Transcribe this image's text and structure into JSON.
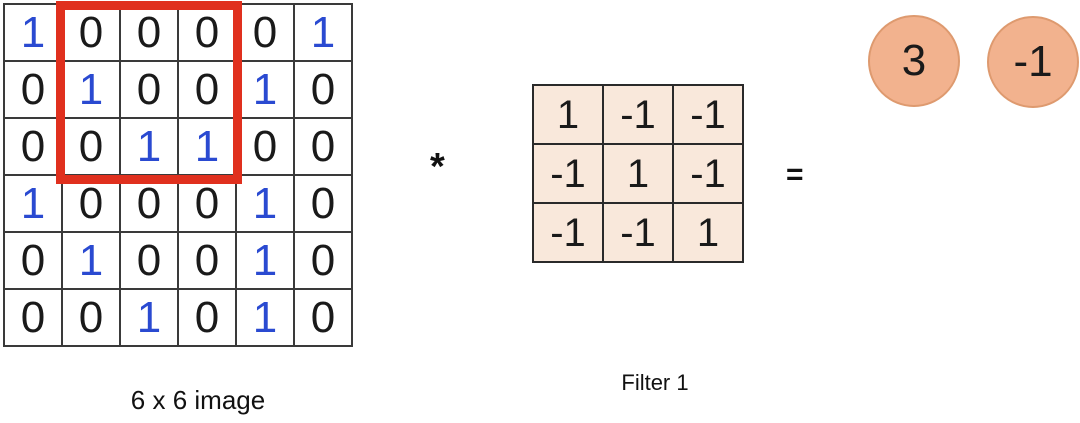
{
  "image": {
    "label": "6 x 6 image",
    "values": [
      [
        1,
        0,
        0,
        0,
        0,
        1
      ],
      [
        0,
        1,
        0,
        0,
        1,
        0
      ],
      [
        0,
        0,
        1,
        1,
        0,
        0
      ],
      [
        1,
        0,
        0,
        0,
        1,
        0
      ],
      [
        0,
        1,
        0,
        0,
        1,
        0
      ],
      [
        0,
        0,
        1,
        0,
        1,
        0
      ]
    ],
    "styles": [
      [
        "b",
        "",
        "",
        "",
        "",
        "b"
      ],
      [
        "",
        "b",
        "",
        "",
        "b",
        ""
      ],
      [
        "",
        "",
        "b",
        "b",
        "",
        ""
      ],
      [
        "b",
        "",
        "",
        "",
        "b",
        ""
      ],
      [
        "",
        "b",
        "",
        "",
        "b",
        ""
      ],
      [
        "",
        "",
        "b",
        "",
        "b",
        ""
      ]
    ],
    "highlight_window": {
      "rows": "1-3",
      "cols": "2-4"
    }
  },
  "operators": {
    "convolve": "*",
    "equals": "="
  },
  "filter": {
    "label": "Filter 1",
    "values": [
      [
        1,
        -1,
        -1
      ],
      [
        -1,
        1,
        -1
      ],
      [
        -1,
        -1,
        1
      ]
    ]
  },
  "outputs": {
    "values": [
      "3",
      "-1"
    ]
  },
  "colors": {
    "blue_digit": "#2a4ad1",
    "dark_digit": "#1a1a1a",
    "grid_line": "#3a3a3a",
    "highlight_red": "#e0301e",
    "filter_bg": "#f9e8db",
    "filter_line": "#2a2a2a",
    "circle_fill": "#f2b28e",
    "circle_border": "#de9a6f"
  }
}
